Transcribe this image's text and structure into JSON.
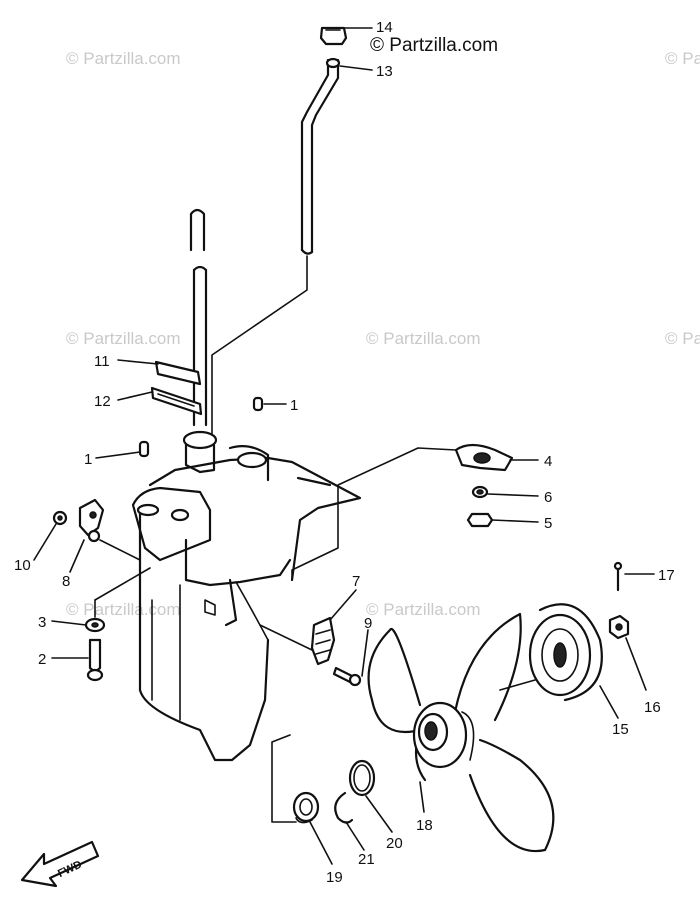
{
  "watermark": {
    "brand": "© Partzilla.com",
    "header": "© Partzilla.com"
  },
  "direction_label": "FWD",
  "callouts": {
    "p1a": "1",
    "p1b": "1",
    "p2": "2",
    "p3": "3",
    "p4": "4",
    "p5": "5",
    "p6": "6",
    "p7": "7",
    "p8": "8",
    "p9": "9",
    "p10": "10",
    "p11": "11",
    "p12": "12",
    "p13": "13",
    "p14": "14",
    "p15": "15",
    "p16": "16",
    "p17": "17",
    "p18": "18",
    "p19": "19",
    "p20": "20",
    "p21": "21"
  }
}
